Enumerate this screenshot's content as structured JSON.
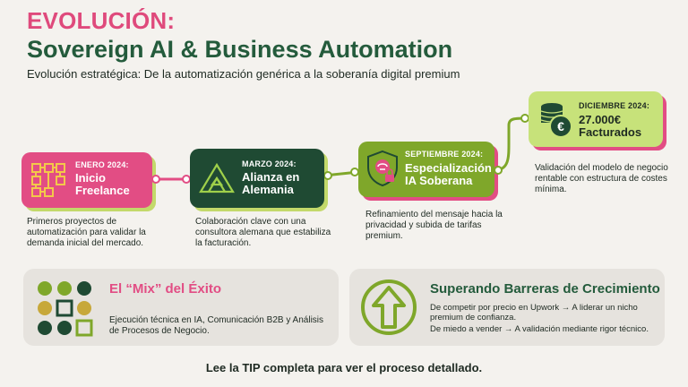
{
  "header": {
    "title_line1": "EVOLUCIÓN:",
    "title_line2": "Sovereign AI & Business Automation",
    "subtitle": "Evolución estratégica: De la automatización genérica a la soberanía digital premium"
  },
  "timeline": [
    {
      "date": "ENERO 2024:",
      "label_line1": "Inicio",
      "label_line2": "Freelance",
      "icon": "flowchart-icon",
      "description": "Primeros proyectos de automatización para validar la demanda inicial del mercado."
    },
    {
      "date": "MARZO 2024:",
      "label_line1": "Alianza en",
      "label_line2": "Alemania",
      "icon": "triangles-icon",
      "description": "Colaboración clave con una consultora alemana que estabiliza la facturación."
    },
    {
      "date": "SEPTIEMBRE 2024:",
      "label_line1": "Especialización",
      "label_line2": "IA Soberana",
      "icon": "brain-shield-icon",
      "description": "Refinamiento del mensaje hacia la privacidad y subida de tarifas premium."
    },
    {
      "date": "DICIEMBRE 2024:",
      "label_line1": "27.000€",
      "label_line2": "Facturados",
      "icon": "euro-coins-icon",
      "description": "Validación del modelo de negocio rentable con estructura de costes mínima."
    }
  ],
  "panels": {
    "mix": {
      "title": "El “Mix” del Éxito",
      "text": "Ejecución técnica en IA, Comunicación B2B y Análisis de Procesos de Negocio.",
      "icon": "mix-grid-icon"
    },
    "barriers": {
      "title": "Superando Barreras de Crecimiento",
      "text1": "De competir por precio en Upwork → A liderar un nicho premium de confianza.",
      "text2": "De miedo a vender → A validación mediante rigor técnico.",
      "icon": "arrow-up-circle-icon"
    }
  },
  "footer": "Lee la TIP completa para ver el proceso detallado.",
  "colors": {
    "pink": "#e24d84",
    "dark_green": "#1f4a33",
    "green": "#7fa72a",
    "lime": "#c7e27a",
    "title_green": "#245b3c"
  }
}
